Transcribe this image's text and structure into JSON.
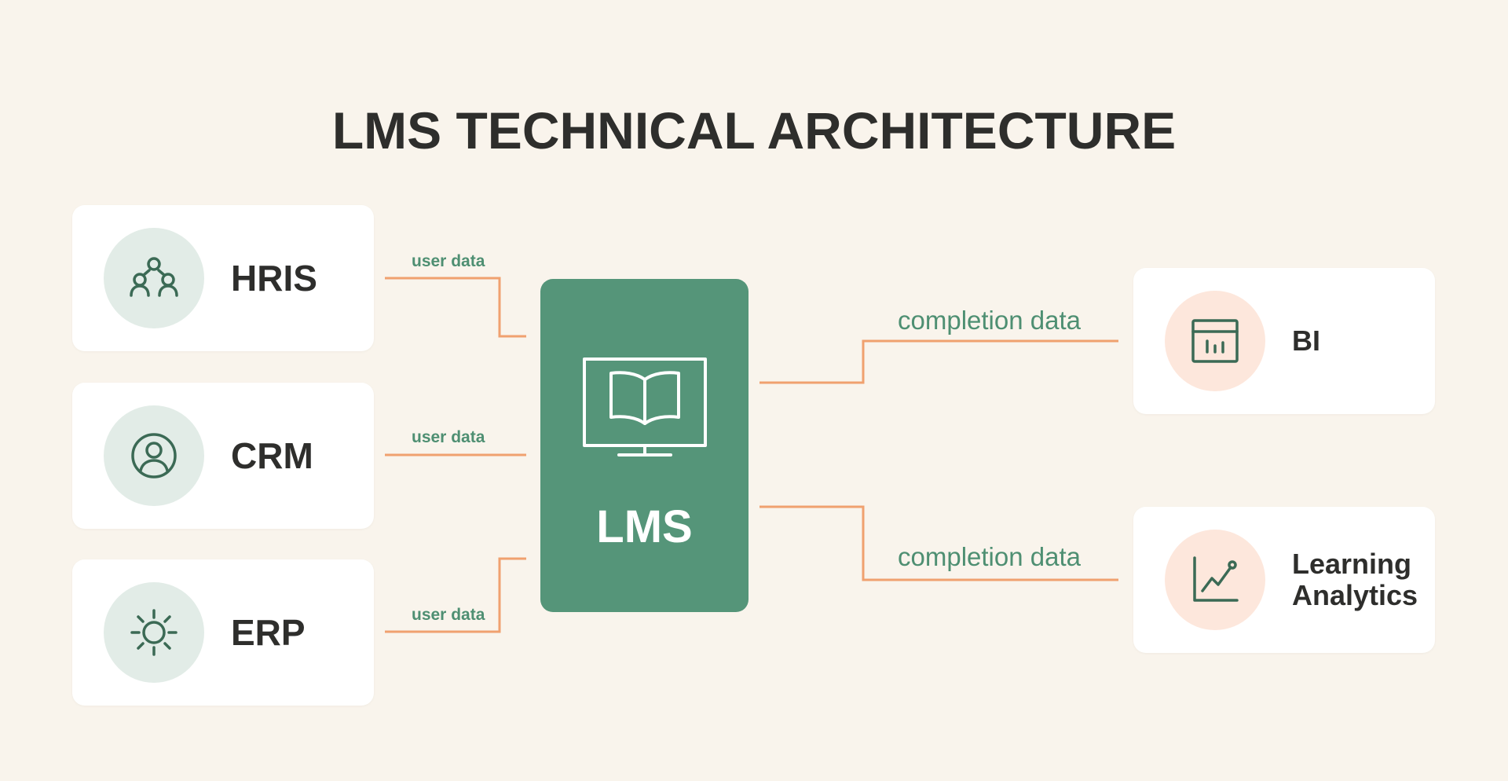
{
  "title": "LMS TECHNICAL ARCHITECTURE",
  "center": {
    "label": "LMS",
    "icon": "monitor-book-icon"
  },
  "sources": [
    {
      "label": "HRIS",
      "icon": "people-network-icon",
      "edge_label": "user data"
    },
    {
      "label": "CRM",
      "icon": "user-circle-icon",
      "edge_label": "user data"
    },
    {
      "label": "ERP",
      "icon": "sun-gear-icon",
      "edge_label": "user data"
    }
  ],
  "destinations": [
    {
      "label": "BI",
      "icon": "dashboard-chart-icon",
      "edge_label": "completion data"
    },
    {
      "label": "Learning Analytics",
      "icon": "line-chart-icon",
      "edge_label": "completion data"
    }
  ],
  "colors": {
    "background": "#f9f4ec",
    "lms": "#559579",
    "connector": "#f0a16f",
    "edge_label": "#4e8f72",
    "icon_stroke": "#3b6a55",
    "source_circle": "#e2ece7",
    "destination_circle": "#fde7dc",
    "text": "#2e2e2c"
  }
}
